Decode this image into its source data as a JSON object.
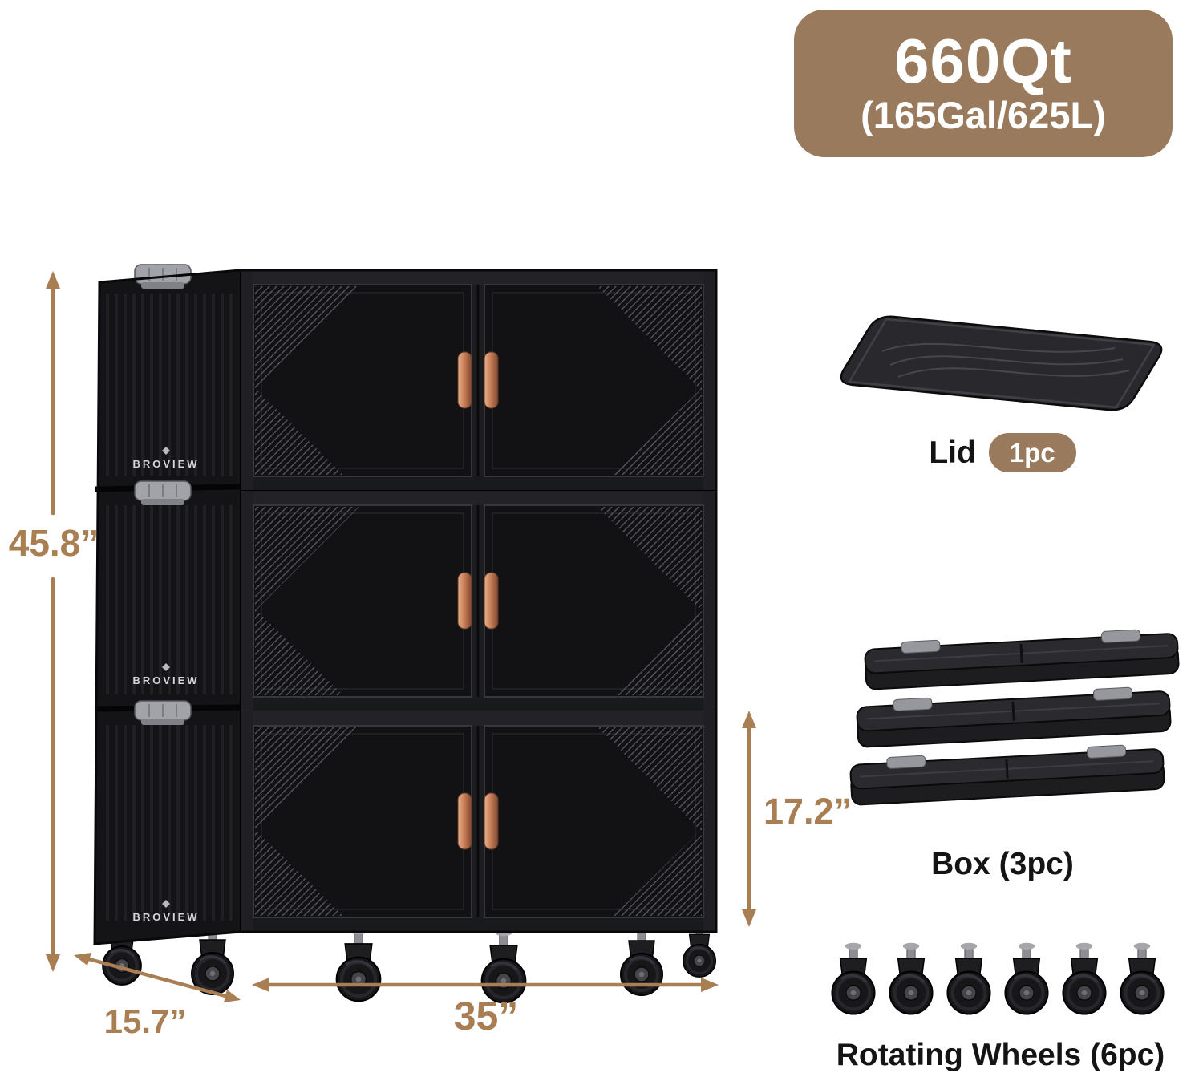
{
  "colors": {
    "background": "#ffffff",
    "accent_brown": "#9a7a5c",
    "dimension_brown": "#a87e52",
    "cabinet_black": "#1a1a1d",
    "handle_copper": "#c47a54",
    "label_black": "#141414"
  },
  "capacity_badge": {
    "title": "660Qt",
    "subtitle": "(165Gal/625L)"
  },
  "brand_logo": "BROVIEW",
  "dimensions": {
    "total_height": "45.8”",
    "depth": "15.7”",
    "width": "35”",
    "single_box_height": "17.2”"
  },
  "parts_list": {
    "lid_label": "Lid",
    "lid_count": "1pc",
    "box_label": "Box (3pc)",
    "wheels_label": "Rotating Wheels (6pc)"
  }
}
